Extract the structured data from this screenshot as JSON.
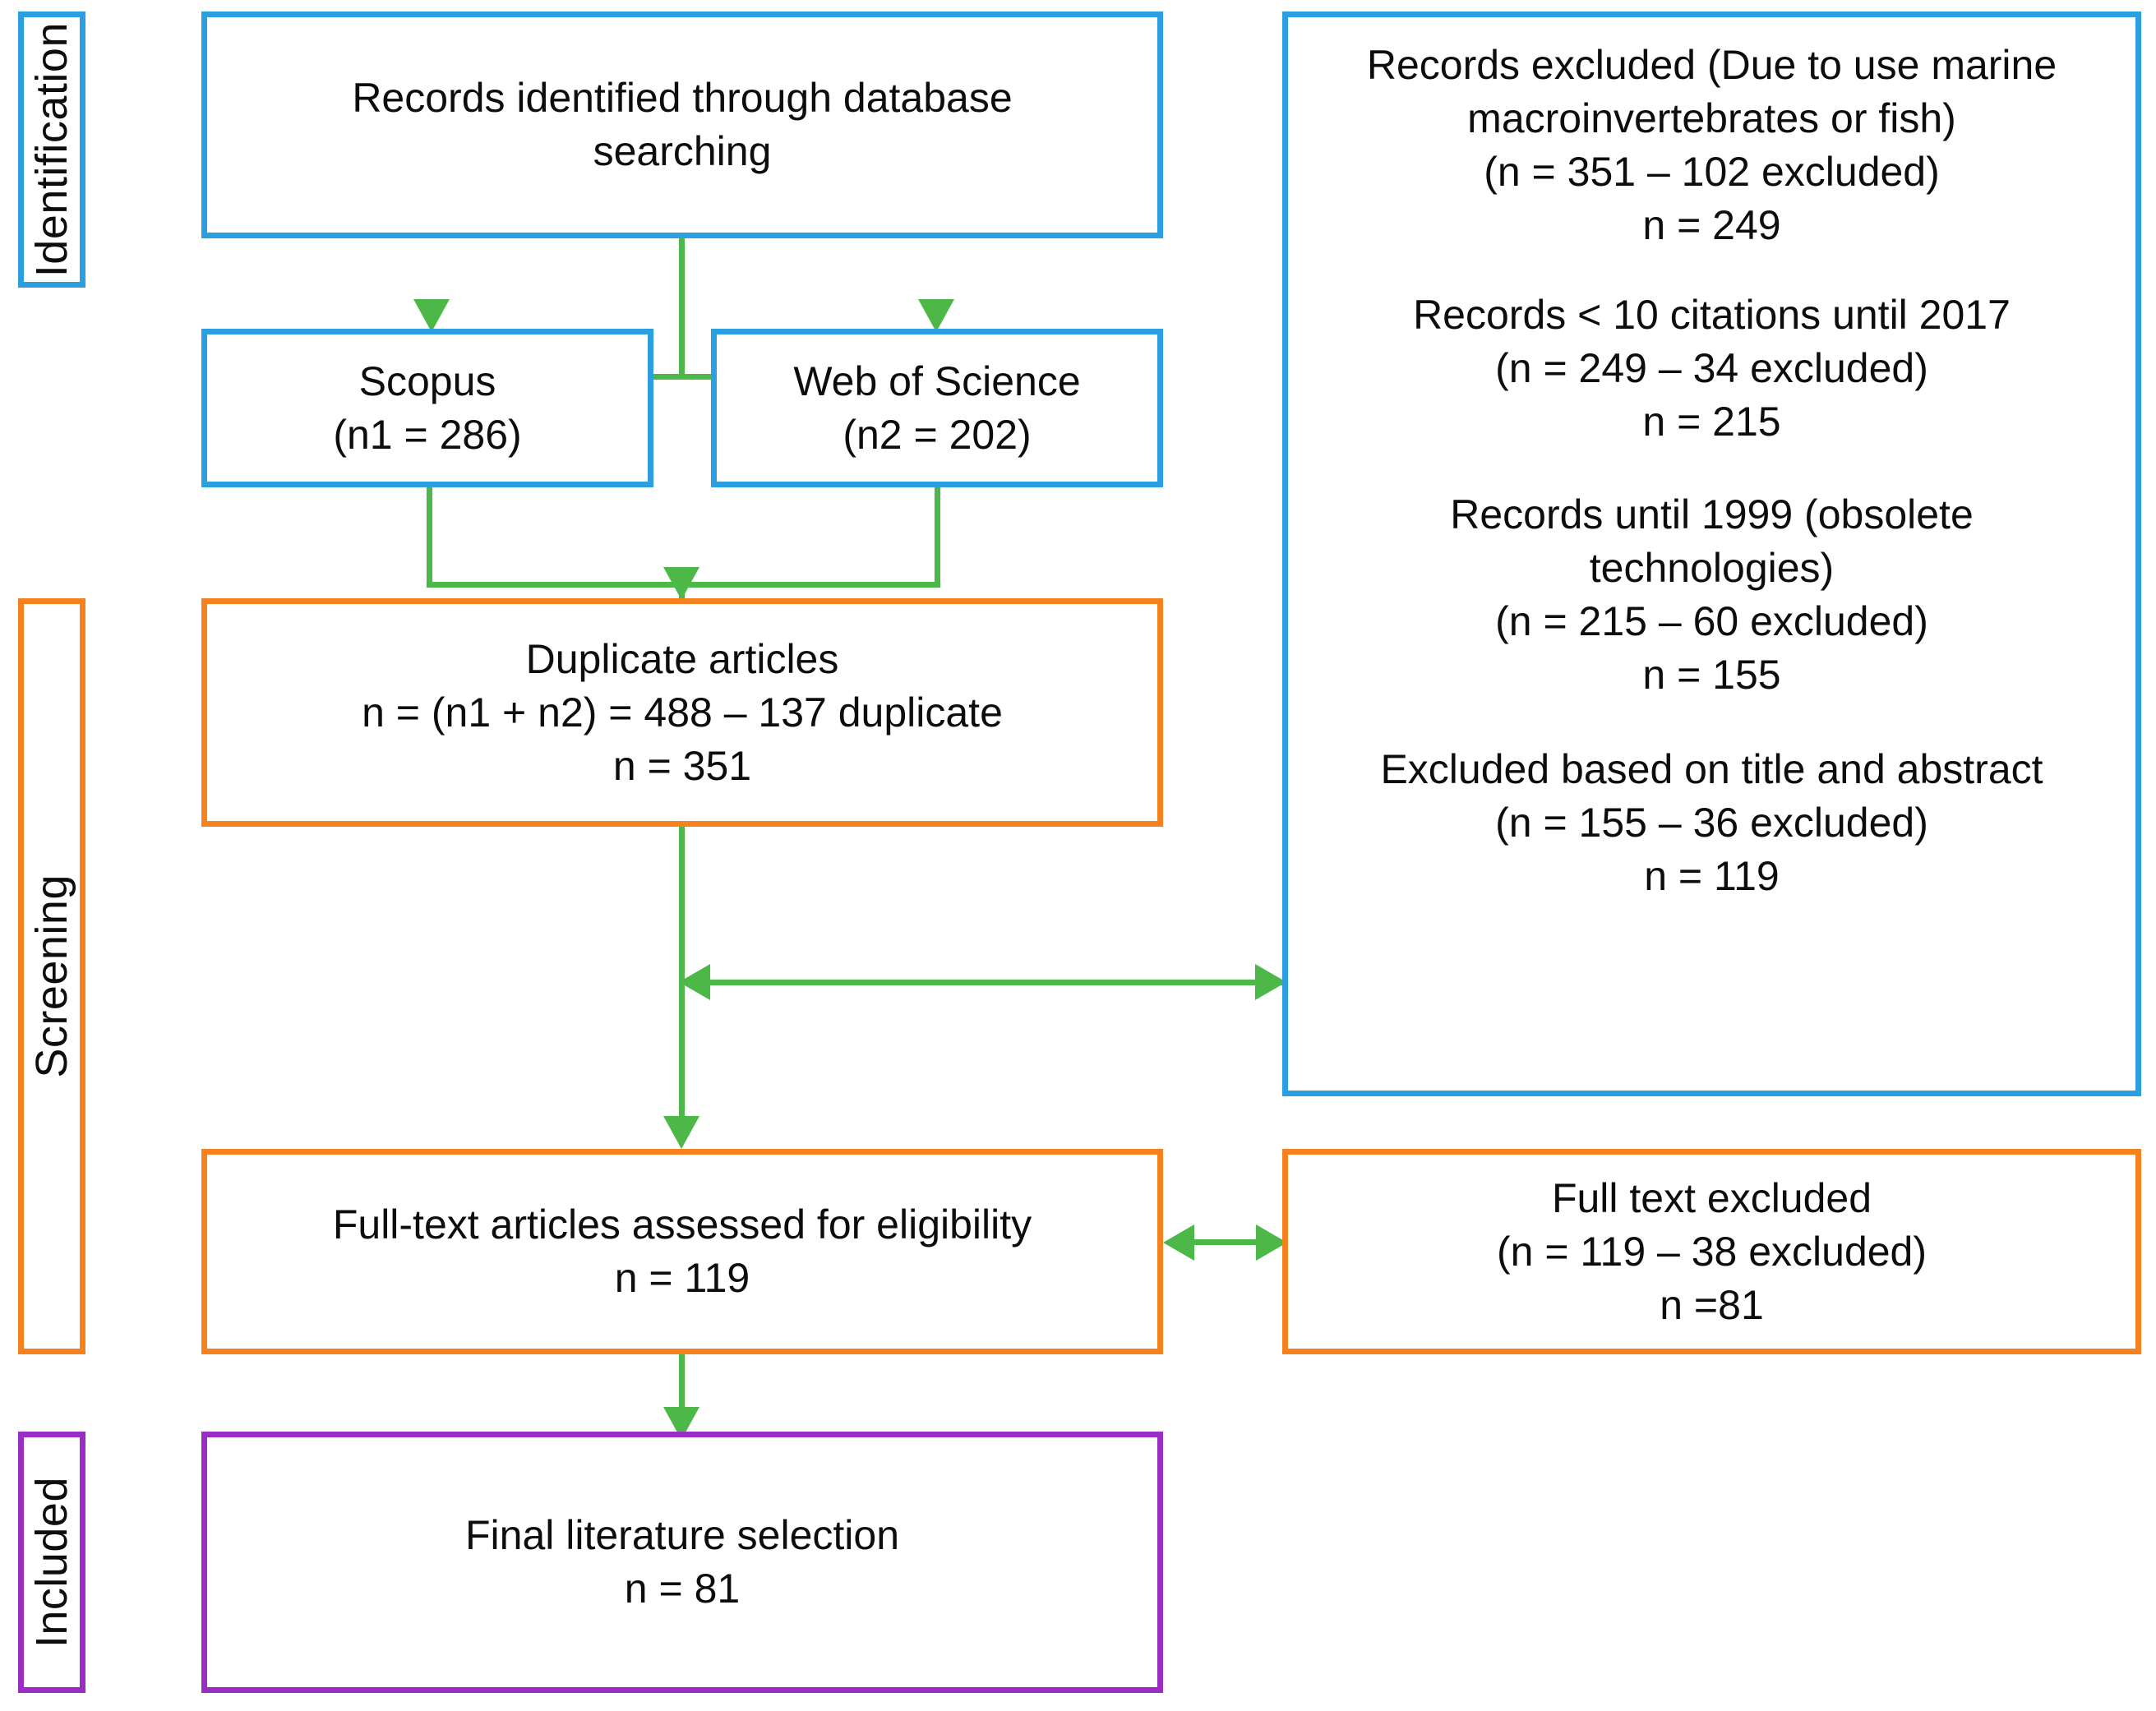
{
  "diagram": {
    "title": "PRISMA literature selection flow diagram",
    "colors": {
      "identification": "#2C9FE0",
      "screening": "#F5821F",
      "included": "#9A2EC4",
      "connector": "#4DB848",
      "text": "#0D0D0D",
      "background": "#FFFFFF"
    }
  },
  "stages": [
    {
      "id": "identification",
      "label": "Identification"
    },
    {
      "id": "screening",
      "label": "Screening"
    },
    {
      "id": "included",
      "label": "Included"
    }
  ],
  "nodes": {
    "records_identified": {
      "name": "records-identified",
      "stage": "identification",
      "lines": [
        "Records identified through database",
        "searching"
      ]
    },
    "scopus": {
      "name": "scopus",
      "stage": "identification",
      "lines": [
        "Scopus",
        "(n1 = 286)"
      ]
    },
    "web_of_science": {
      "name": "web-of-science",
      "stage": "identification",
      "lines": [
        "Web of Science",
        "(n2 = 202)"
      ]
    },
    "duplicate_articles": {
      "name": "duplicate-articles",
      "stage": "screening",
      "lines": [
        "Duplicate articles",
        "n = (n1 + n2) = 488 – 137 duplicate",
        "n = 351"
      ]
    },
    "full_text_assessed": {
      "name": "full-text-articles-assessed",
      "stage": "screening",
      "lines": [
        "Full-text articles assessed for eligibility",
        "n = 119"
      ]
    },
    "final_selection": {
      "name": "final-literature-selection",
      "stage": "included",
      "lines": [
        "Final literature selection",
        "n = 81"
      ]
    },
    "records_excluded": {
      "name": "records-excluded-panel",
      "stage": "identification",
      "blocks": [
        {
          "name": "excluded-marine",
          "lines": [
            "Records excluded (Due to use marine",
            "macroinvertebrates or fish)",
            "(n = 351 – 102 excluded)",
            "n = 249"
          ]
        },
        {
          "name": "excluded-citations",
          "lines": [
            "Records < 10 citations until 2017",
            "(n = 249 – 34 excluded)",
            "n = 215"
          ]
        },
        {
          "name": "excluded-obsolete",
          "lines": [
            "Records until 1999 (obsolete",
            "technologies)",
            "(n = 215 – 60 excluded)",
            "n = 155"
          ]
        },
        {
          "name": "excluded-title-abstract",
          "lines": [
            "Excluded based on title and abstract",
            "(n = 155 – 36 excluded)",
            "n = 119"
          ]
        }
      ]
    },
    "full_text_excluded": {
      "name": "full-text-excluded",
      "stage": "screening",
      "lines": [
        "Full text excluded",
        "(n = 119 – 38 excluded)",
        "n =81"
      ]
    }
  },
  "connectors": [
    {
      "name": "connector-identified-to-databases",
      "type": "split-down"
    },
    {
      "name": "connector-databases-to-duplicates",
      "type": "merge-down"
    },
    {
      "name": "connector-duplicates-to-fulltext",
      "type": "down"
    },
    {
      "name": "connector-screening-to-excluded-panel",
      "type": "double-horizontal"
    },
    {
      "name": "connector-fulltext-to-fulltext-excluded",
      "type": "double-horizontal"
    },
    {
      "name": "connector-fulltext-to-final",
      "type": "down"
    }
  ]
}
